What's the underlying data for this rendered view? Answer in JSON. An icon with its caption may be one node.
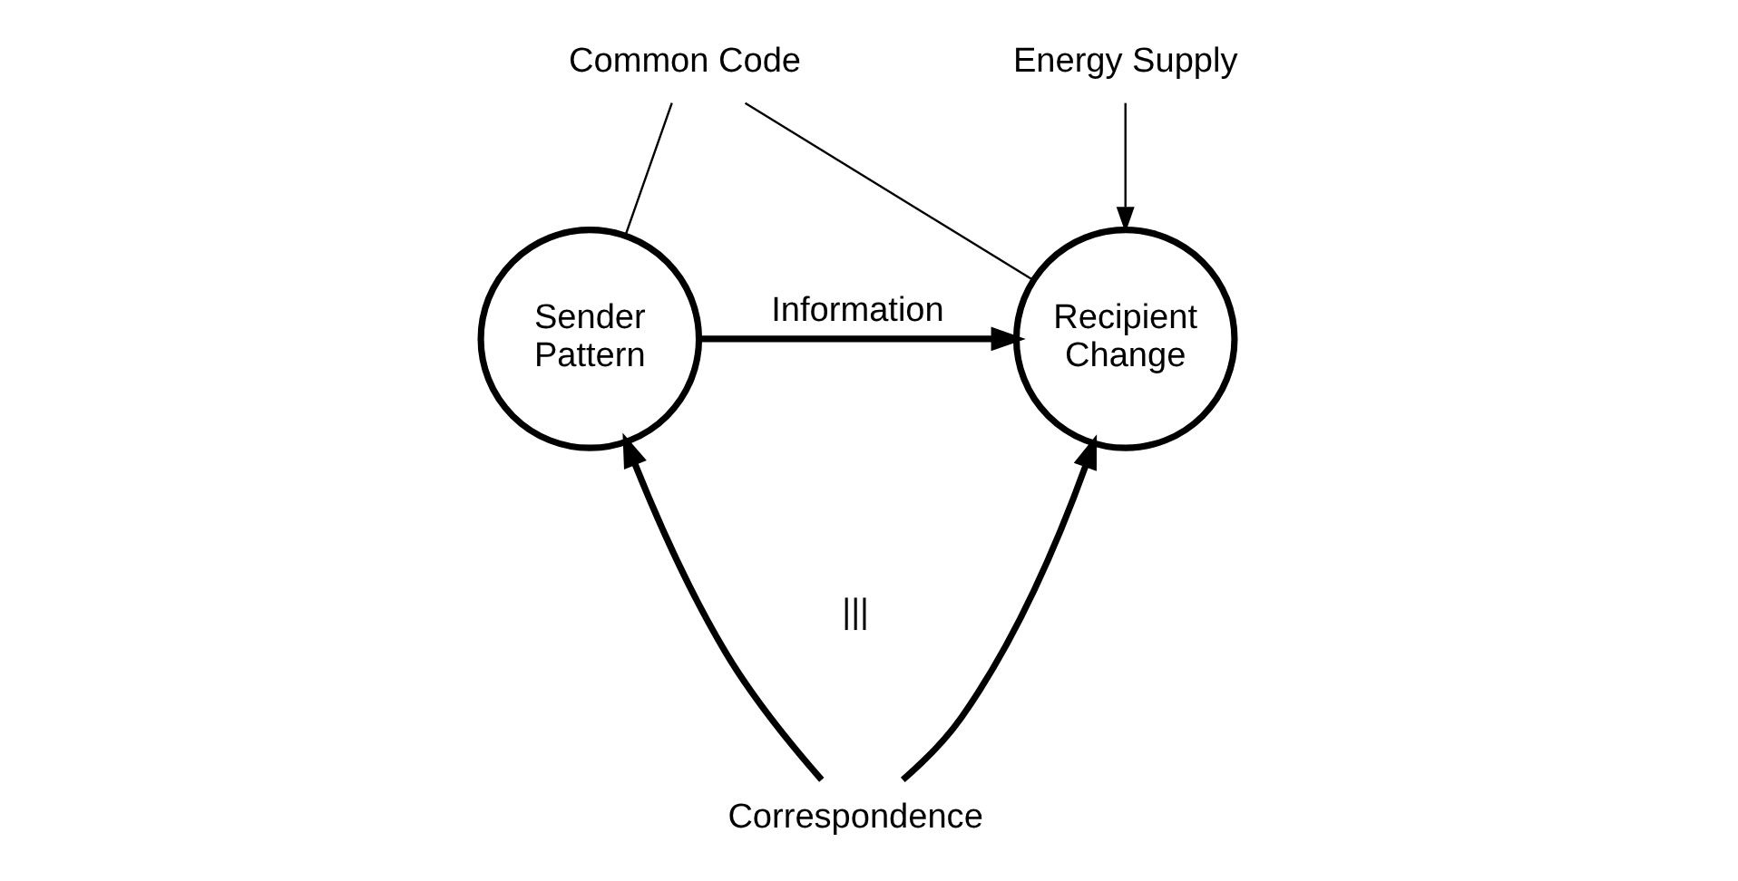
{
  "diagram": {
    "nodes": [
      {
        "text": [
          "Common Code"
        ]
      },
      {
        "text": [
          "Sender",
          "Pattern"
        ]
      },
      {
        "text": [
          "Recipient",
          "Change"
        ]
      },
      {
        "text": [
          "Energy Supply"
        ]
      },
      {
        "text": [
          "Correspondence"
        ]
      }
    ],
    "edges": [
      {
        "from": 0,
        "to": 1,
        "arrow": "none"
      },
      {
        "from": 0,
        "to": 2,
        "arrow": "none"
      },
      {
        "from": 1,
        "to": 2,
        "arrow": "to",
        "label": "Information",
        "style": "thick"
      },
      {
        "from": 3,
        "to": 2,
        "arrow": "to"
      },
      {
        "from": 4,
        "to": 1,
        "arrow": "to",
        "style": "thick"
      },
      {
        "from": 4,
        "to": 2,
        "arrow": "to",
        "style": "thick"
      }
    ],
    "labels": [
      "|||"
    ]
  }
}
